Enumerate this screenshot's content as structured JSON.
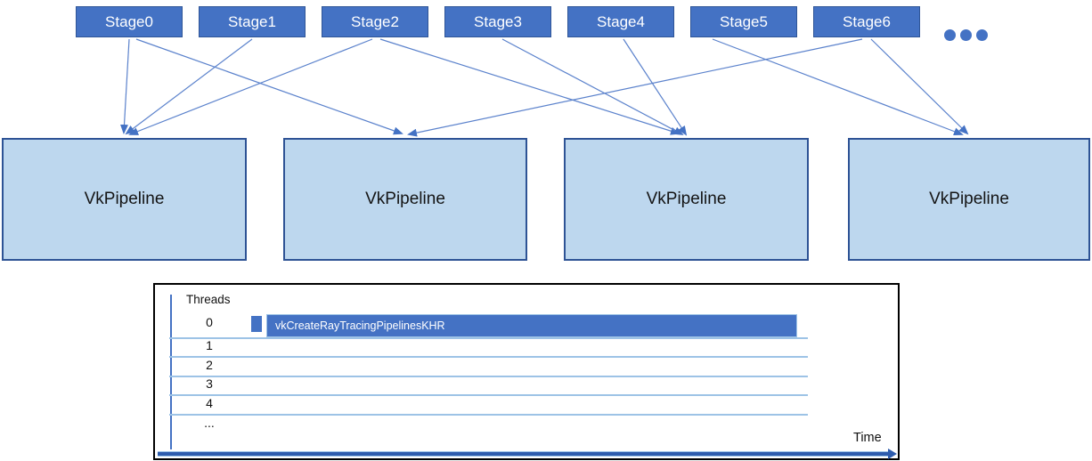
{
  "diagram": {
    "stages": [
      {
        "label": "Stage0"
      },
      {
        "label": "Stage1"
      },
      {
        "label": "Stage2"
      },
      {
        "label": "Stage3"
      },
      {
        "label": "Stage4"
      },
      {
        "label": "Stage5"
      },
      {
        "label": "Stage6"
      }
    ],
    "ellipsis": "...",
    "pipelines": [
      {
        "label": "VkPipeline"
      },
      {
        "label": "VkPipeline"
      },
      {
        "label": "VkPipeline"
      },
      {
        "label": "VkPipeline"
      }
    ],
    "edges": [
      {
        "from": "Stage0",
        "to_pipeline": 1
      },
      {
        "from": "Stage0",
        "to_pipeline": 2
      },
      {
        "from": "Stage1",
        "to_pipeline": 1
      },
      {
        "from": "Stage2",
        "to_pipeline": 1
      },
      {
        "from": "Stage2",
        "to_pipeline": 3
      },
      {
        "from": "Stage3",
        "to_pipeline": 3
      },
      {
        "from": "Stage4",
        "to_pipeline": 3
      },
      {
        "from": "Stage5",
        "to_pipeline": 4
      },
      {
        "from": "Stage6",
        "to_pipeline": 2
      },
      {
        "from": "Stage6",
        "to_pipeline": 4
      }
    ]
  },
  "timeline": {
    "y_axis_title": "Threads",
    "rows": [
      {
        "label": "0"
      },
      {
        "label": "1"
      },
      {
        "label": "2"
      },
      {
        "label": "3"
      },
      {
        "label": "4"
      },
      {
        "label": "..."
      }
    ],
    "bars": [
      {
        "row": "0",
        "label": "vkCreateRayTracingPipelinesKHR"
      }
    ],
    "x_axis_title": "Time"
  },
  "colors": {
    "stage_fill": "#4472C4",
    "stage_border": "#2F5597",
    "stage_text": "#FFFFFF",
    "pipeline_fill": "#BDD7EE",
    "pipeline_border": "#2E5395",
    "connector": "#5B82CC",
    "arrowhead": "#4472C4",
    "bar_fill": "#4472C4",
    "bar_text": "#FFFFFF",
    "axis_blue": "#4472C4",
    "separator": "#9DC3E6",
    "panel_border": "#000000",
    "time_axis": "#2E5CAD"
  }
}
